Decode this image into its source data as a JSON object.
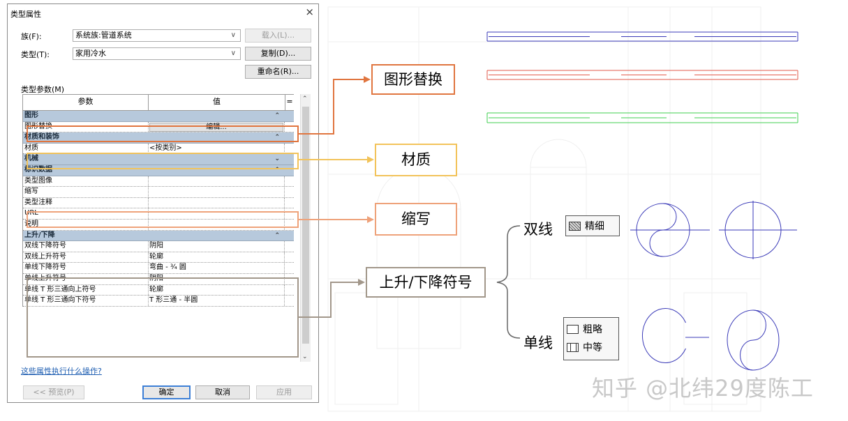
{
  "dialog": {
    "title": "类型属性",
    "close_glyph": "×",
    "family_label": "族(F):",
    "family_value": "系统族:管道系统",
    "type_label": "类型(T):",
    "type_value": "家用冷水",
    "load_button": "载入(L)...",
    "duplicate_button": "复制(D)...",
    "rename_button": "重命名(R)...",
    "type_params_label": "类型参数(M)",
    "col_param": "参数",
    "col_value": "值",
    "col_eq": "=",
    "groups": {
      "graphics": "图形",
      "material": "材质和装饰",
      "mechanical": "机械",
      "identity": "标识数据",
      "rise": "上升/下降"
    },
    "rows": {
      "graphic_override": {
        "param": "图形替换",
        "value": "编辑..."
      },
      "material": {
        "param": "材质",
        "value": "<按类别>"
      },
      "type_image": {
        "param": "类型图像",
        "value": ""
      },
      "abbreviation": {
        "param": "缩写",
        "value": ""
      },
      "type_comments": {
        "param": "类型注释",
        "value": ""
      },
      "url": {
        "param": "URL",
        "value": ""
      },
      "description": {
        "param": "说明",
        "value": ""
      },
      "dl_drop": {
        "param": "双线下降符号",
        "value": "阴阳"
      },
      "dl_rise": {
        "param": "双线上升符号",
        "value": "轮廓"
      },
      "sl_drop": {
        "param": "单线下降符号",
        "value": "弯曲 - ¾ 圆"
      },
      "sl_rise": {
        "param": "单线上升符号",
        "value": "阴阳"
      },
      "sl_tee_rise": {
        "param": "单线 T 形三通向上符号",
        "value": "轮廓"
      },
      "sl_tee_drop": {
        "param": "单线 T 形三通向下符号",
        "value": "T 形三通 - 半圆"
      }
    },
    "help_link": "这些属性执行什么操作?",
    "preview_button": "<< 预览(P)",
    "ok_button": "确定",
    "cancel_button": "取消",
    "apply_button": "应用"
  },
  "callouts": {
    "graphic_override": "图形替换",
    "material": "材质",
    "abbreviation": "缩写",
    "rise_drop": "上升/下降符号"
  },
  "legend": {
    "double_line": "双线",
    "single_line": "单线",
    "fine": "精细",
    "coarse": "粗略",
    "medium": "中等"
  },
  "watermark": "知乎 @北纬29度陈工",
  "colors": {
    "graphic_override": "#e0753f",
    "material": "#f2c35a",
    "abbreviation": "#eea27a",
    "rise_drop": "#a2978a",
    "pipe_blue": "#3a3ab8",
    "pipe_red": "#e25a4a",
    "pipe_green": "#3fcf4f",
    "group_header": "#b7c9dc"
  },
  "icons": [
    "close-icon",
    "chevron-down-icon",
    "collapse-icon",
    "scroll-up-icon",
    "scroll-down-icon",
    "fine-swatch-icon",
    "coarse-swatch-icon",
    "medium-swatch-icon",
    "arrow-icon"
  ]
}
